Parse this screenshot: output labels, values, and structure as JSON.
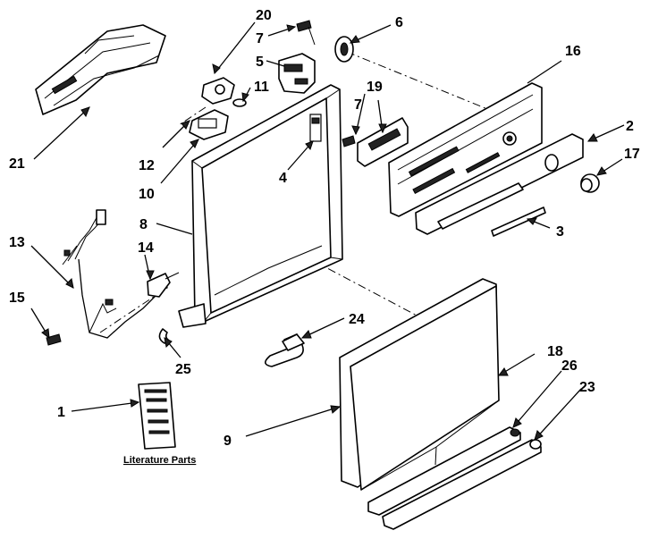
{
  "callouts": [
    {
      "id": "1",
      "text": "1"
    },
    {
      "id": "2",
      "text": "2"
    },
    {
      "id": "3",
      "text": "3"
    },
    {
      "id": "4",
      "text": "4"
    },
    {
      "id": "5",
      "text": "5"
    },
    {
      "id": "6",
      "text": "6"
    },
    {
      "id": "7a",
      "text": "7"
    },
    {
      "id": "7b",
      "text": "7"
    },
    {
      "id": "8",
      "text": "8"
    },
    {
      "id": "9",
      "text": "9"
    },
    {
      "id": "10",
      "text": "10"
    },
    {
      "id": "11",
      "text": "11"
    },
    {
      "id": "12",
      "text": "12"
    },
    {
      "id": "13",
      "text": "13"
    },
    {
      "id": "14",
      "text": "14"
    },
    {
      "id": "15",
      "text": "15"
    },
    {
      "id": "16",
      "text": "16"
    },
    {
      "id": "17",
      "text": "17"
    },
    {
      "id": "18",
      "text": "18"
    },
    {
      "id": "19",
      "text": "19"
    },
    {
      "id": "20",
      "text": "20"
    },
    {
      "id": "21",
      "text": "21"
    },
    {
      "id": "23",
      "text": "23"
    },
    {
      "id": "24",
      "text": "24"
    },
    {
      "id": "25",
      "text": "25"
    },
    {
      "id": "26",
      "text": "26"
    }
  ],
  "literature_caption": "Literature Parts"
}
